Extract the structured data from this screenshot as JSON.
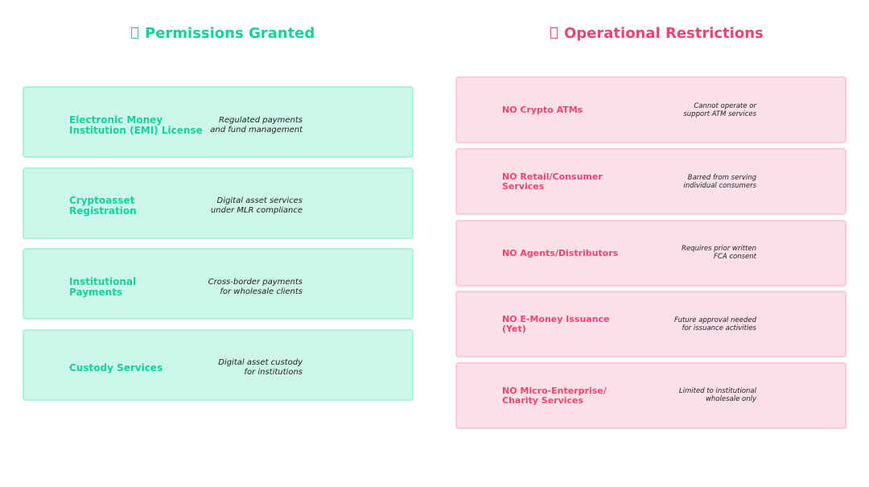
{
  "left_panel": {
    "heading_icon": "missing-glyph-icon",
    "heading": "Permissions Granted",
    "accent_color": "#10d39b",
    "items": [
      {
        "title": "Electronic Money\nInstitution (EMI) License",
        "description": "Regulated payments\nand fund management"
      },
      {
        "title": "Cryptoasset\nRegistration",
        "description": "Digital asset services\nunder MLR compliance"
      },
      {
        "title": "Institutional\nPayments",
        "description": "Cross-border payments\nfor wholesale clients"
      },
      {
        "title": "Custody Services",
        "description": "Digital asset custody\nfor institutions"
      }
    ]
  },
  "right_panel": {
    "heading_icon": "missing-glyph-icon",
    "heading": "Operational Restrictions",
    "accent_color": "#ef4470",
    "items": [
      {
        "title": "NO Crypto ATMs",
        "description": "Cannot operate or\nsupport ATM services"
      },
      {
        "title": "NO Retail/Consumer\nServices",
        "description": "Barred from serving\nindividual consumers"
      },
      {
        "title": "NO Agents/Distributors",
        "description": "Requires prior written\nFCA consent"
      },
      {
        "title": "NO E-Money Issuance\n(Yet)",
        "description": "Future approval needed\nfor issuance activities"
      },
      {
        "title": "NO Micro-Enterprise/\nCharity Services",
        "description": "Limited to institutional\nwholesale only"
      }
    ]
  }
}
